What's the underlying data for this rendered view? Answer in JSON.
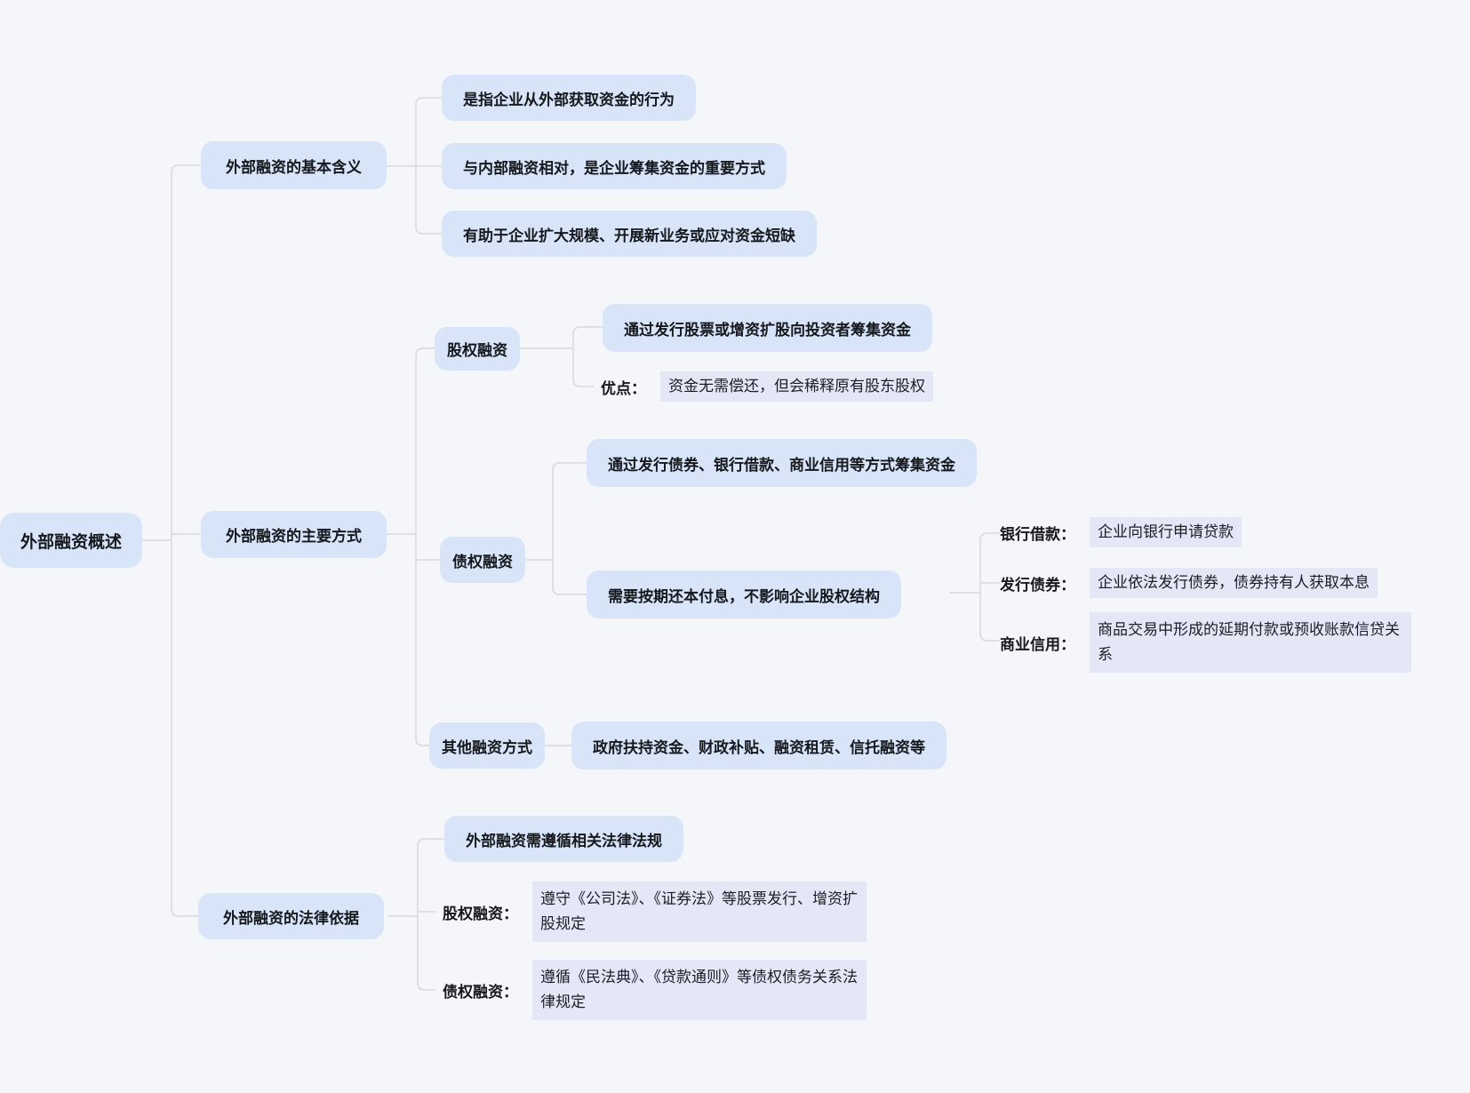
{
  "root": {
    "label": "外部融资概述"
  },
  "branch_meaning": {
    "label": "外部融资的基本含义",
    "items": [
      "是指企业从外部获取资金的行为",
      "与内部融资相对，是企业筹集资金的重要方式",
      "有助于企业扩大规模、开展新业务或应对资金短缺"
    ]
  },
  "branch_methods": {
    "label": "外部融资的主要方式",
    "equity": {
      "label": "股权融资",
      "desc": "通过发行股票或增资扩股向投资者筹集资金",
      "advantage_label": "优点：",
      "advantage_value": "资金无需偿还，但会稀释原有股东股权"
    },
    "debt": {
      "label": "债权融资",
      "desc": "通过发行债券、银行借款、商业信用等方式筹集资金",
      "note": "需要按期还本付息，不影响企业股权结构",
      "types": [
        {
          "label": "银行借款：",
          "value": "企业向银行申请贷款"
        },
        {
          "label": "发行债券：",
          "value": "企业依法发行债券，债券持有人获取本息"
        },
        {
          "label": "商业信用：",
          "value": "商品交易中形成的延期付款或预收账款信贷关系"
        }
      ]
    },
    "other": {
      "label": "其他融资方式",
      "desc": "政府扶持资金、财政补贴、融资租赁、信托融资等"
    }
  },
  "branch_legal": {
    "label": "外部融资的法律依据",
    "note": "外部融资需遵循相关法律法规",
    "rules": [
      {
        "label": "股权融资：",
        "value": "遵守《公司法》、《证券法》等股票发行、增资扩股规定"
      },
      {
        "label": "债权融资：",
        "value": "遵循《民法典》、《贷款通则》等债权债务关系法律规定"
      }
    ]
  },
  "colors": {
    "canvas_bg": "#f4f6f9",
    "node_bg": "#d8e5f8",
    "value_bg": "#e4e7f6",
    "connector": "#d5d8dd",
    "text": "#15181d"
  }
}
